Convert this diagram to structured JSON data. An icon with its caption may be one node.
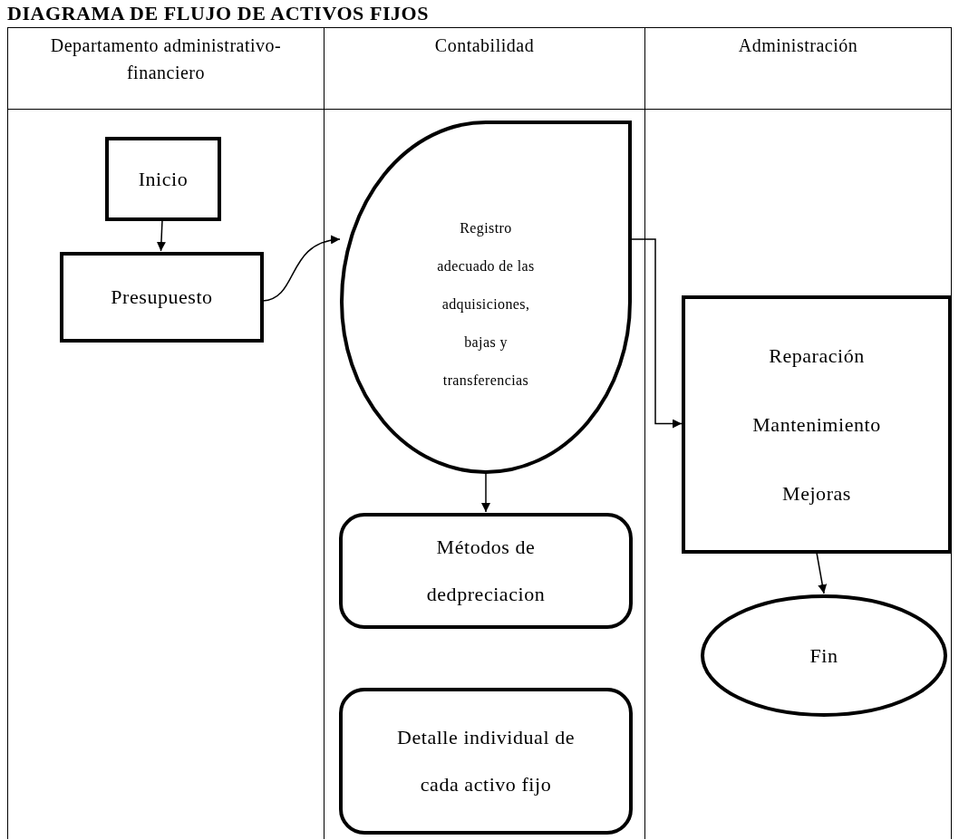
{
  "diagram": {
    "title": "DIAGRAMA DE FLUJO DE ACTIVOS FIJOS",
    "nodes": [
      {
        "text": [
          "Departamento administrativo-financiero"
        ]
      },
      {
        "text": [
          "Contabilidad"
        ]
      },
      {
        "text": [
          "Administración"
        ]
      },
      {
        "text": [
          "Inicio"
        ],
        "in": 0
      },
      {
        "text": [
          "Presupuesto"
        ],
        "in": 0
      },
      {
        "text": [
          "Registro adecuado de las adquisiciones, bajas y transferencias"
        ],
        "in": 1
      },
      {
        "text": [
          "Métodos de dedpreciacion"
        ],
        "in": 1
      },
      {
        "text": [
          "Detalle individual de cada activo fijo"
        ],
        "in": 1
      },
      {
        "text": [
          "Reparación",
          "Mantenimiento",
          "Mejoras"
        ],
        "in": 2
      },
      {
        "text": [
          "Fin"
        ],
        "in": 2
      }
    ],
    "edges": [
      {
        "from": 3,
        "to": 4,
        "arrow": "to"
      },
      {
        "from": 4,
        "to": 5,
        "arrow": "to"
      },
      {
        "from": 5,
        "to": 8,
        "arrow": "to"
      },
      {
        "from": 5,
        "to": 6,
        "arrow": "to"
      },
      {
        "from": 8,
        "to": 9,
        "arrow": "to"
      }
    ]
  }
}
